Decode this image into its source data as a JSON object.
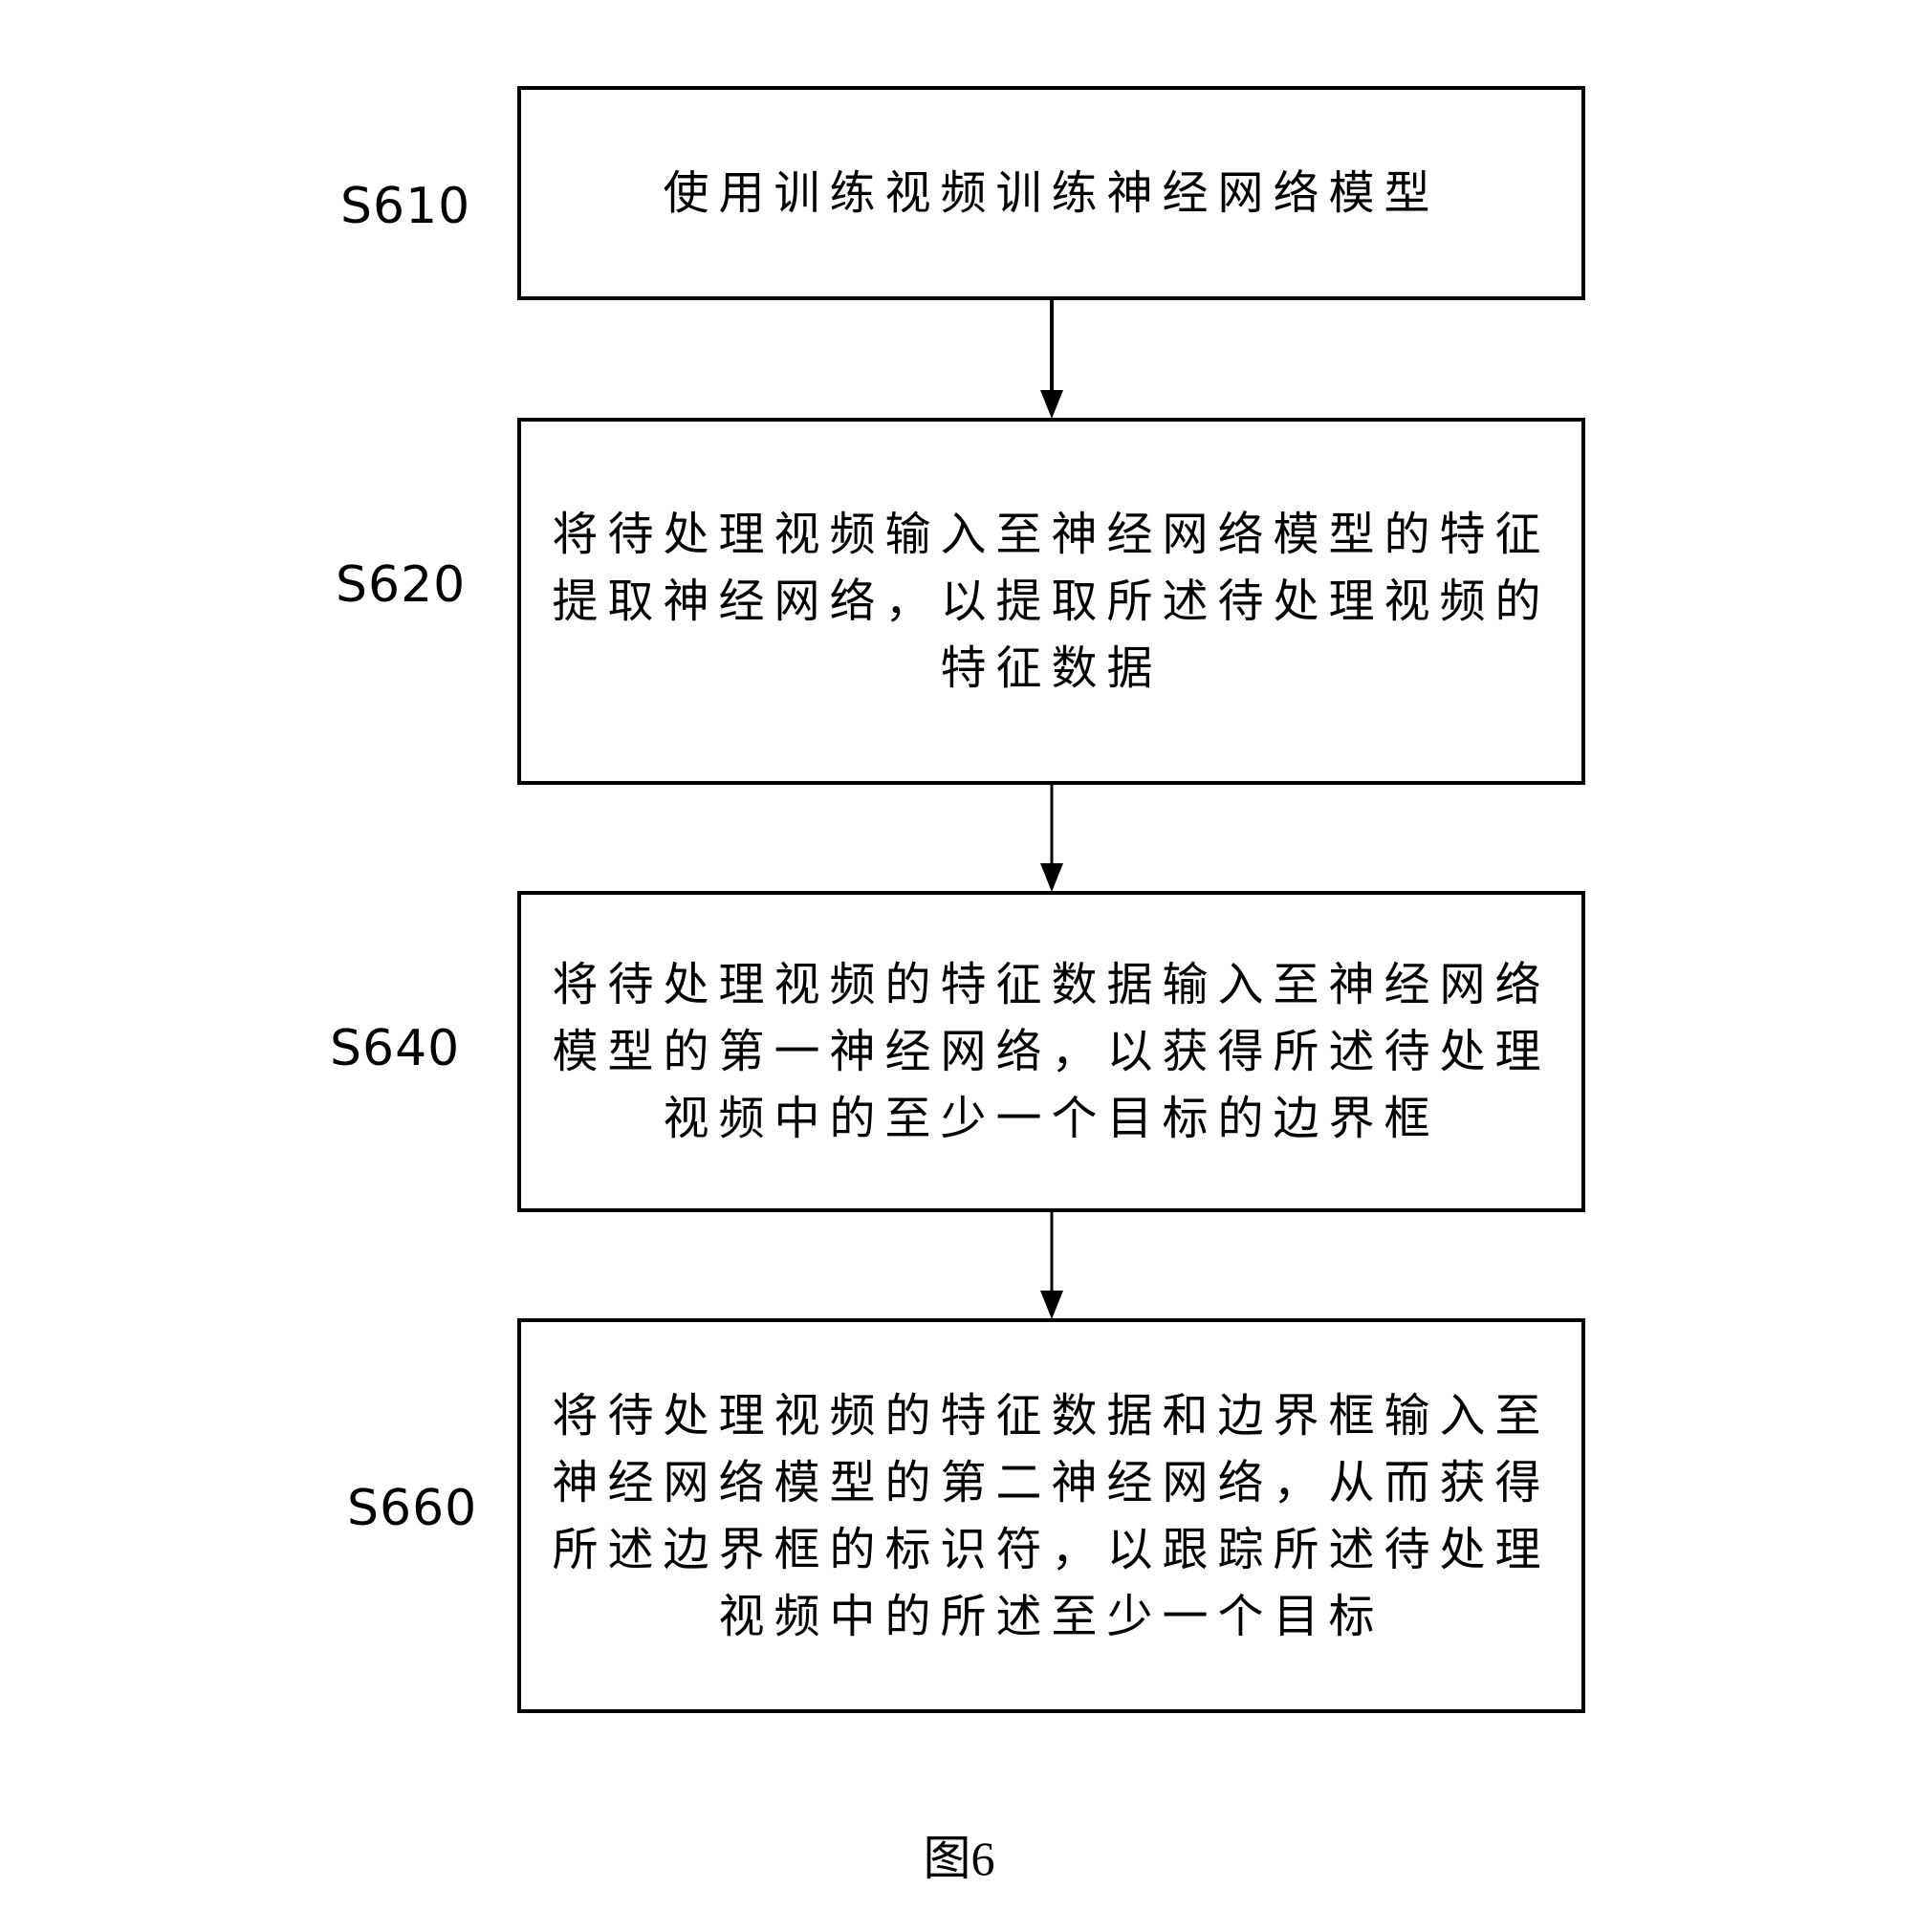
{
  "steps": [
    {
      "id": "S610",
      "lines": [
        "使用训练视频训练神经网络模型"
      ]
    },
    {
      "id": "S620",
      "lines": [
        "将待处理视频输入至神经网络模型的特征",
        "提取神经网络，以提取所述待处理视频的",
        "特征数据"
      ]
    },
    {
      "id": "S640",
      "lines": [
        "将待处理视频的特征数据输入至神经网络",
        "模型的第一神经网络，以获得所述待处理",
        "视频中的至少一个目标的边界框"
      ]
    },
    {
      "id": "S660",
      "lines": [
        "将待处理视频的特征数据和边界框输入至",
        "神经网络模型的第二神经网络，从而获得",
        "所述边界框的标识符，以跟踪所述待处理",
        "视频中的所述至少一个目标"
      ]
    }
  ],
  "caption": "图6",
  "colors": {
    "stroke": "#000000",
    "background": "#ffffff"
  }
}
